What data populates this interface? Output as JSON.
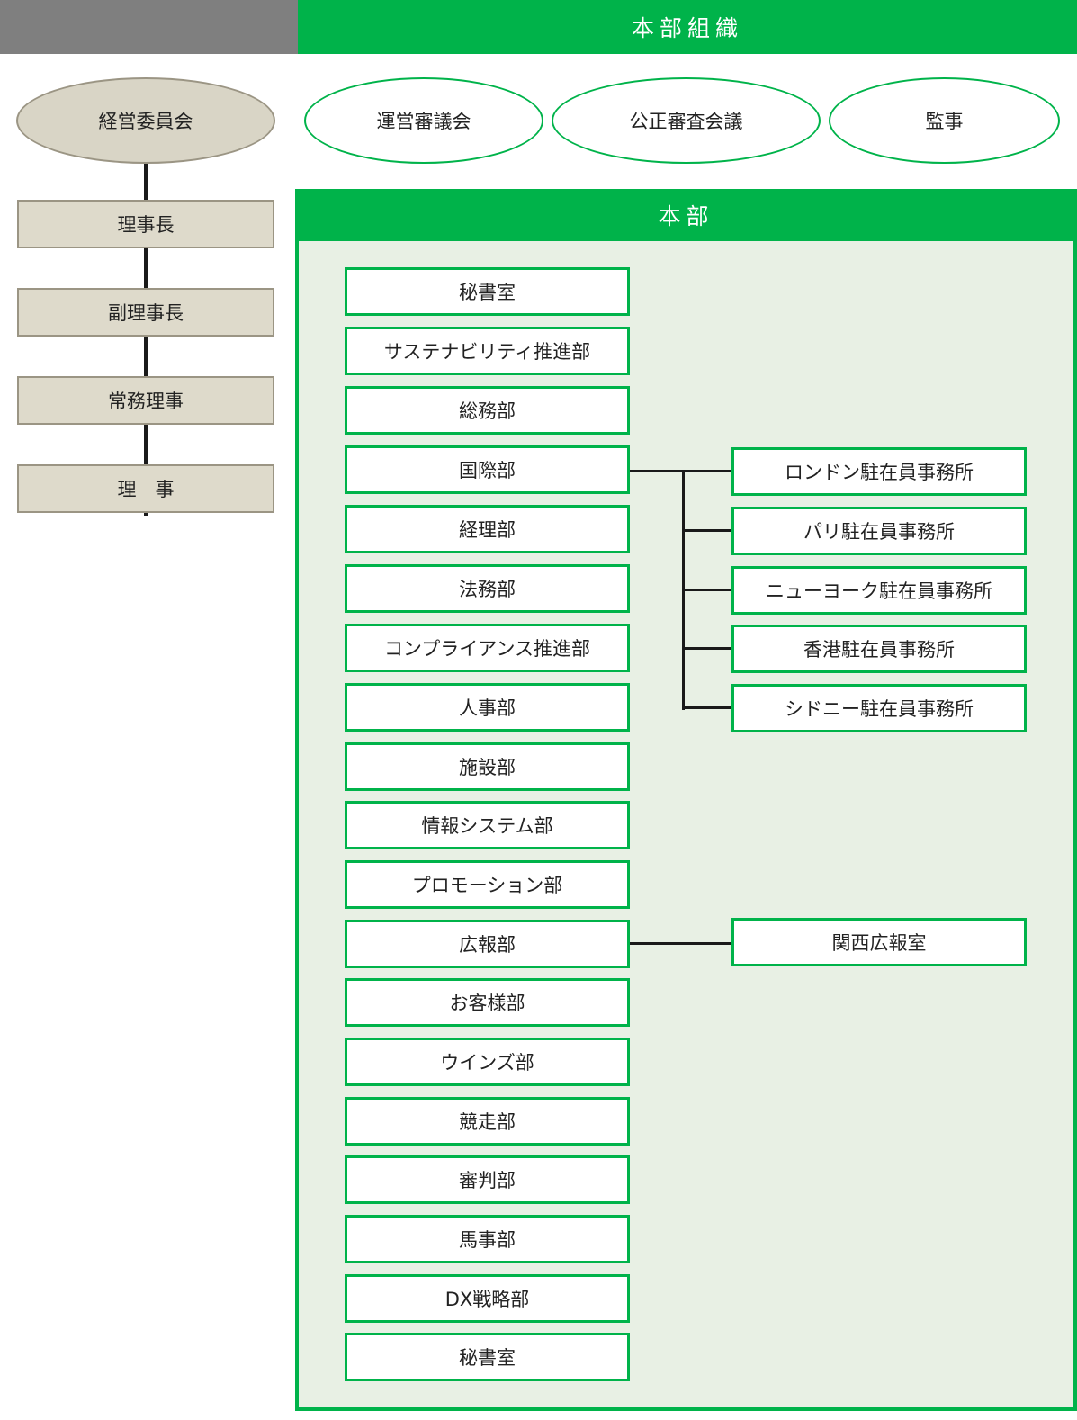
{
  "header": {
    "title": "本部組織"
  },
  "executive_committee": "経営委員会",
  "councils": [
    "運営審議会",
    "公正審査会議",
    "監事"
  ],
  "officers": [
    "理事長",
    "副理事長",
    "常務理事",
    "理　事"
  ],
  "headquarters": {
    "title": "本部",
    "departments": [
      "秘書室",
      "サステナビリティ推進部",
      "総務部",
      "国際部",
      "経理部",
      "法務部",
      "コンプライアンス推進部",
      "人事部",
      "施設部",
      "情報システム部",
      "プロモーション部",
      "広報部",
      "お客様部",
      "ウインズ部",
      "競走部",
      "審判部",
      "馬事部",
      "DX戦略部",
      "秘書室"
    ],
    "overseas_offices": [
      "ロンドン駐在員事務所",
      "パリ駐在員事務所",
      "ニューヨーク駐在員事務所",
      "香港駐在員事務所",
      "シドニー駐在員事務所"
    ],
    "pr_office": "関西広報室"
  },
  "colors": {
    "green": "#00b34a",
    "gray_header": "#7f7f7f",
    "beige": "#dedacb",
    "panel_bg": "#e8f0e4"
  }
}
